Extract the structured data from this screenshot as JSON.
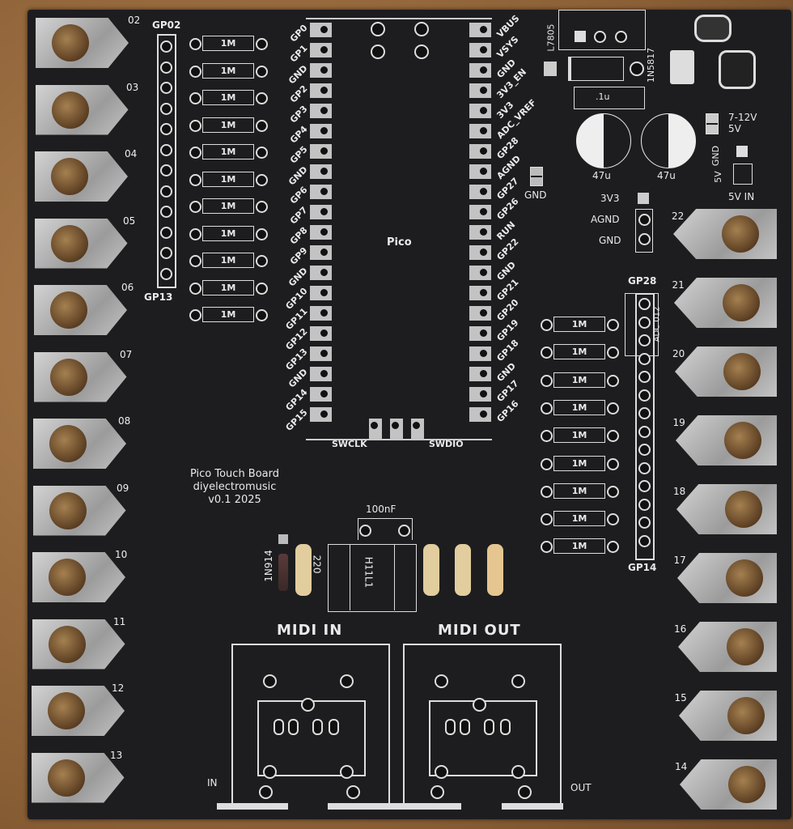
{
  "board": {
    "title_lines": [
      "Pico Touch Board",
      "diyelectromusic",
      "v0.1 2025"
    ],
    "pico_label": "Pico",
    "pico_left_pins": [
      "GP0",
      "GP1",
      "GND",
      "GP2",
      "GP3",
      "GP4",
      "GP5",
      "GND",
      "GP6",
      "GP7",
      "GP8",
      "GP9",
      "GND",
      "GP10",
      "GP11",
      "GP12",
      "GP13",
      "GND",
      "GP14",
      "GP15"
    ],
    "pico_right_pins": [
      "VBUS",
      "VSYS",
      "GND",
      "3V3_EN",
      "3V3",
      "ADC_VREF",
      "GP28",
      "AGND",
      "GP27",
      "GP26",
      "RUN",
      "GP22",
      "GND",
      "GP21",
      "GP20",
      "GP19",
      "GP18",
      "GND",
      "GP17",
      "GP16"
    ],
    "swd": {
      "clk": "SWCLK",
      "dio": "SWDIO"
    },
    "left_pads": [
      "02",
      "03",
      "04",
      "05",
      "06",
      "07",
      "08",
      "09",
      "10",
      "11",
      "12",
      "13"
    ],
    "right_pads": [
      "22",
      "21",
      "20",
      "19",
      "18",
      "17",
      "16",
      "15",
      "14"
    ],
    "left_header": {
      "top": "GP02",
      "bottom": "GP13"
    },
    "right_header": {
      "top": "GP28",
      "bottom": "GP14",
      "side": "ADC 012"
    },
    "resistor_value": "1M",
    "left_resistor_count": 11,
    "right_resistor_count": 9,
    "power": {
      "regulator": "L7805",
      "diode": "1N5817",
      "cap_small": ".1u",
      "cap1": "47u",
      "cap2": "47u",
      "jumper_labels": [
        "7-12V",
        "5V"
      ],
      "jack_gnd": "GND",
      "jack_5v": "5V",
      "input_label": "5V IN",
      "gnd_jumper": "GND",
      "analog_header": [
        "3V3",
        "AGND",
        "GND"
      ]
    },
    "midi": {
      "cap": "100nF",
      "diode": "1N914",
      "resistor": "220",
      "opto": "H11L1",
      "in_label": "MIDI IN",
      "out_label": "MIDI OUT",
      "in_short": "IN",
      "out_short": "OUT"
    }
  }
}
